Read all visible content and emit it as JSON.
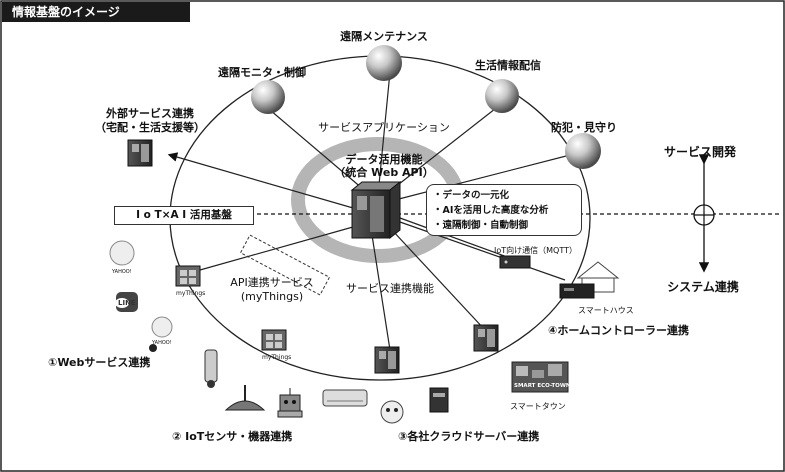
{
  "title": "情報基盤のイメージ",
  "services": {
    "maintenance": "遠隔メンテナンス",
    "monitor": "遠隔モニタ・制御",
    "lifeinfo": "生活情報配信",
    "security": "防犯・見守り",
    "external_line1": "外部サービス連携",
    "external_line2": "（宅配・生活支援等）"
  },
  "service_app": "サービスアプリケーション",
  "hub": {
    "line1": "データ活用機能",
    "line2": "（統合 Web API）"
  },
  "iot_platform": "I o T×A I 活用基盤",
  "hub_features": [
    "・データの一元化",
    "・AIを活用した高度な分析",
    "・遠隔制御・自動制御"
  ],
  "axis": {
    "top": "サービス開発",
    "bottom": "システム連携"
  },
  "api": {
    "line1": "API連携サービス",
    "line2": "(myThings)"
  },
  "service_link": "サービス連携機能",
  "mqtt": "IoT向け通信（MQTT）",
  "smarthouse": "スマートハウス",
  "smarttown": "スマートタウン",
  "smarttown_sign": "SMART ECO-TOWN",
  "mythings": "myThings",
  "line_badge": "LINE",
  "yahoo_badge": "YAHOO!",
  "sections": {
    "web": "①Webサービス連携",
    "iot": "② IoTセンサ・機器連携",
    "cloud": "③各社クラウドサーバー連携",
    "home": "④ホームコントローラー連携"
  }
}
